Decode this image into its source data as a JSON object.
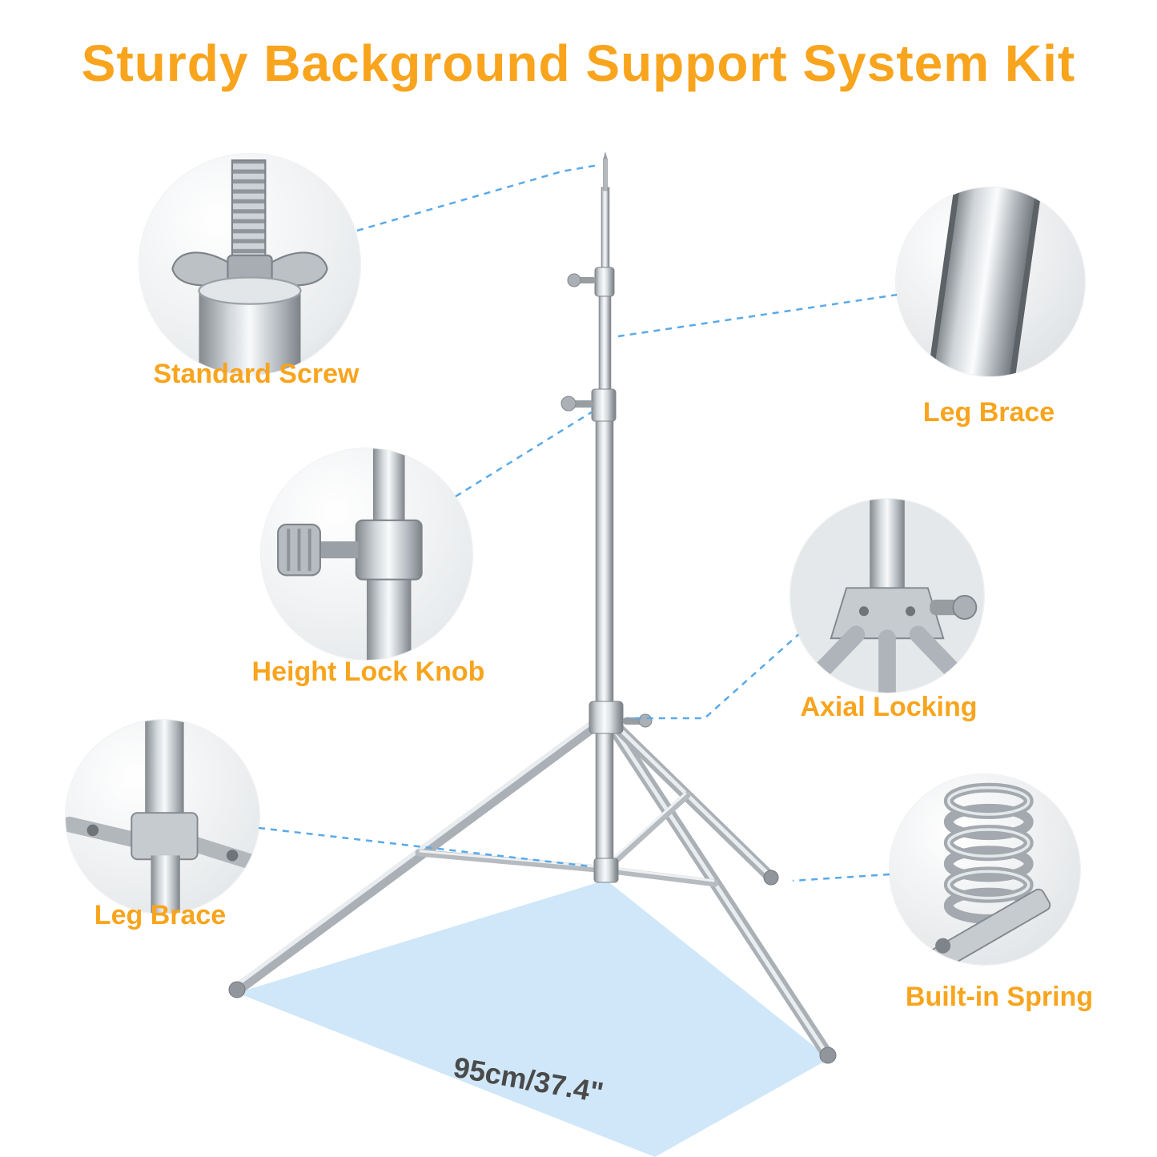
{
  "title": "Sturdy Background Support System Kit",
  "measurement": "95cm/37.4\"",
  "callouts": [
    {
      "id": "standard-screw",
      "label": "Standard Screw"
    },
    {
      "id": "leg-brace-top",
      "label": "Leg Brace"
    },
    {
      "id": "height-lock-knob",
      "label": "Height Lock Knob"
    },
    {
      "id": "axial-locking",
      "label": "Axial Locking"
    },
    {
      "id": "leg-brace-bottom",
      "label": "Leg Brace"
    },
    {
      "id": "built-in-spring",
      "label": "Built-in Spring"
    }
  ],
  "colors": {
    "accent_orange": "#F8A41D",
    "callout_line_blue": "#5AA9E8",
    "floor_blue": "#CFE7F8",
    "measurement_text": "#4A4A4A"
  }
}
